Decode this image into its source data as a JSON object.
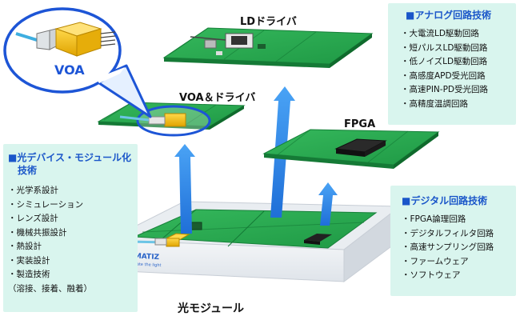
{
  "labels": {
    "ld_driver": "LDドライバ",
    "voa_driver": "VOA＆ドライバ",
    "fpga": "FPGA",
    "optical_module": "光モジュール",
    "voa_callout": "VOA"
  },
  "analog_panel": {
    "title": "■アナログ回路技術",
    "items": [
      "・大電流LD駆動回路",
      "・短パルスLD駆動回路",
      "・低ノイズLD駆動回路",
      "・高感度APD受光回路",
      "・高速PIN-PD受光回路",
      "・高精度温調回路"
    ]
  },
  "digital_panel": {
    "title": "■デジタル回路技術",
    "items": [
      "・FPGA論理回路",
      "・デジタルフィルタ回路",
      "・高速サンプリング回路",
      "・ファームウェア",
      "・ソフトウェア"
    ]
  },
  "device_panel": {
    "title_line1": "■光デバイス・モジュール化",
    "title_line2": "　技術",
    "items": [
      "・光学系設計",
      "・シミュレーション",
      "・レンズ設計",
      "・機械共振設計",
      "・熱設計",
      "・実装設計",
      "・製造技術",
      "（溶接、接着、融着）"
    ]
  },
  "logo": {
    "text": "triMATIZ",
    "tagline": "Innovate the light"
  },
  "colors": {
    "panel_bg": "#d9f5ee",
    "title_blue": "#1a56c9",
    "pcb_green": "#22a04b",
    "arrow_blue": "#2b7fe0",
    "callout_blue": "#1d55d6"
  }
}
